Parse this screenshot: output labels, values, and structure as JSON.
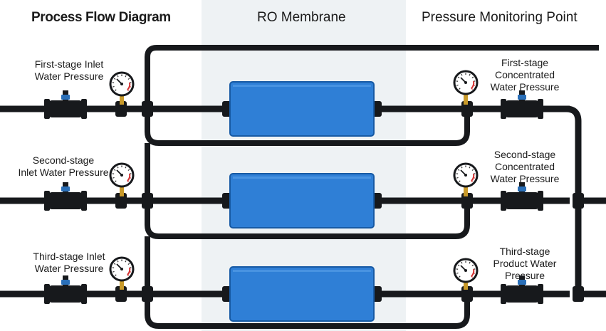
{
  "headers": {
    "process_flow": "Process Flow Diagram",
    "ro_membrane": "RO Membrane",
    "pressure_point": "Pressure Monitoring Point"
  },
  "inlet_labels": [
    [
      "First-stage Inlet",
      "Water Pressure"
    ],
    [
      "Second-stage",
      "Inlet Water Pressure"
    ],
    [
      "Third-stage Inlet",
      "Water Pressure"
    ]
  ],
  "outlet_labels": [
    [
      "First-stage",
      "Concentrated",
      "Water Pressure"
    ],
    [
      "Second-stage",
      "Concentrated",
      "Water Pressure"
    ],
    [
      "Third-stage",
      "Product Water",
      "Pressure"
    ]
  ],
  "colors": {
    "pipe": "#17191c",
    "membrane": "#2f7fd6",
    "membrane_edge": "#175aa4",
    "gauge_stem": "#c99a2a",
    "valve_handle": "#2a6fb8",
    "band": "#eef2f4"
  },
  "icons": [
    "pressure-gauge-icon",
    "valve-icon",
    "pipe-coupling-icon"
  ]
}
